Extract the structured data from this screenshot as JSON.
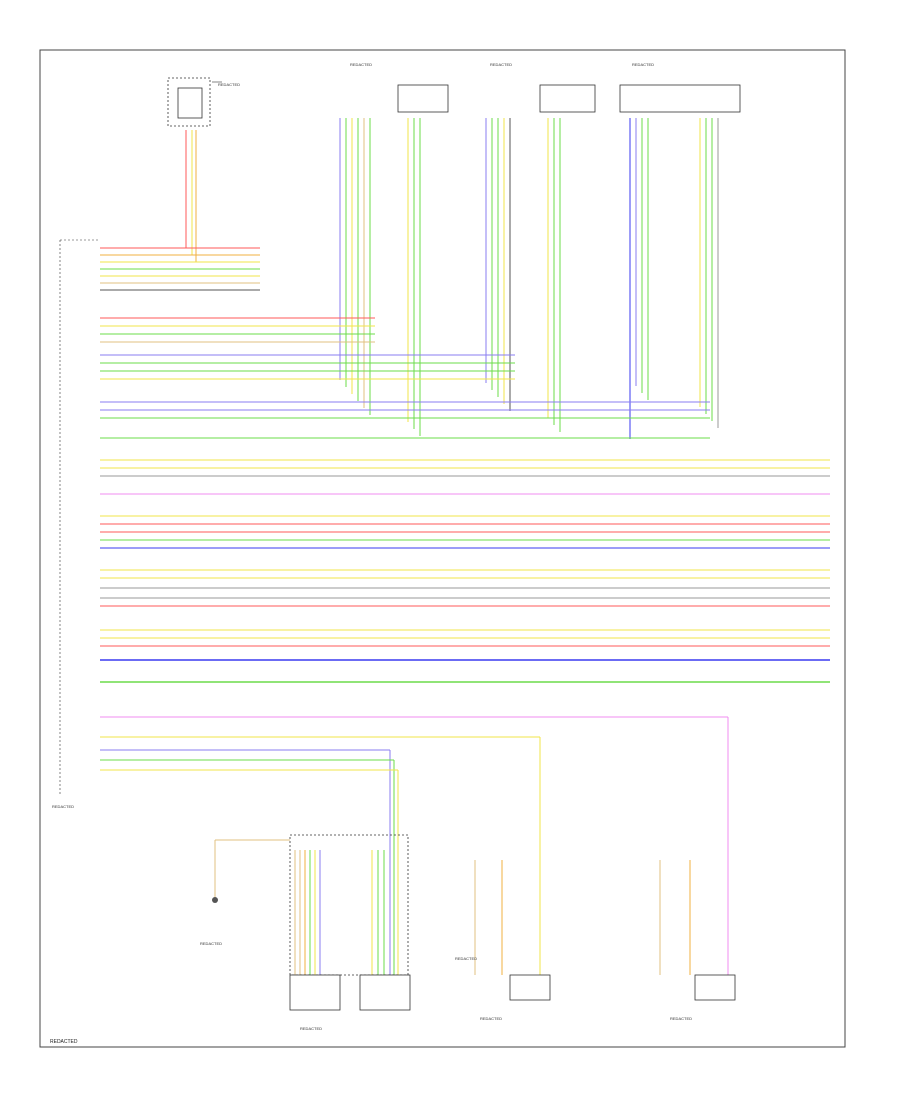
{
  "diagram": {
    "footer_code": "REDACTED",
    "dashboard_label": "REDACTED",
    "colors": {
      "red": "#ff5a5a",
      "yellow": "#f2e64a",
      "orange": "#f0b040",
      "green": "#6bdc4a",
      "blue": "#3a3af0",
      "violet": "#8a7cf0",
      "pink": "#f08cf0",
      "gray": "#9a9a9a",
      "tan": "#e0c080",
      "dark": "#555555"
    },
    "components": {
      "fuse_box": "REDACTED",
      "right_front_door": "REDACTED",
      "left_rear_door": "REDACTED",
      "right_rear_door": "REDACTED",
      "left_front_door": "REDACTED",
      "left_pretensioner": "REDACTED",
      "right_pretensioner": "REDACTED",
      "seatbelt_driver": "REDACTED",
      "seatbelt_passenger": "REDACTED"
    }
  }
}
